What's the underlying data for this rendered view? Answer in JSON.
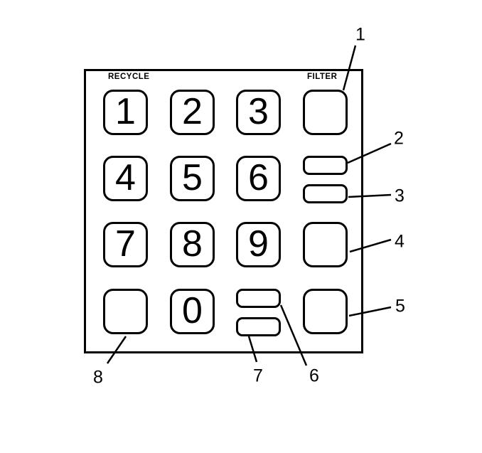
{
  "figure": {
    "description_colors": {
      "ink": "#000000",
      "background": "#ffffff"
    }
  },
  "keypad": {
    "recycle_label": "RECYCLE",
    "filter_label": "FILTER",
    "keys": {
      "key1": "1",
      "key2": "2",
      "key3": "3",
      "key4": "4",
      "key5": "5",
      "key6": "6",
      "key7": "7",
      "key8": "8",
      "key9": "9",
      "key0": "0"
    }
  },
  "callouts": {
    "c1": "1",
    "c2": "2",
    "c3": "3",
    "c4": "4",
    "c5": "5",
    "c6": "6",
    "c7": "7",
    "c8": "8"
  }
}
